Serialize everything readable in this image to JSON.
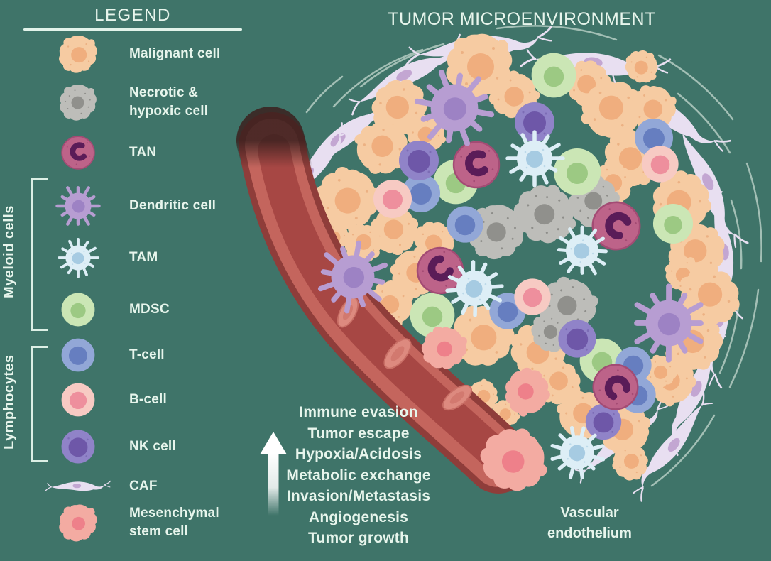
{
  "title": "TUMOR MICROENVIRONMENT",
  "legend": {
    "title": "LEGEND",
    "items": [
      {
        "id": "malignant-cell",
        "icon": "malignant-cell-icon",
        "label": "Malignant cell"
      },
      {
        "id": "necrotic-hypoxic-cell",
        "icon": "necrotic-cell-icon",
        "label": "Necrotic &\nhypoxic cell"
      },
      {
        "id": "tan",
        "icon": "tan-cell-icon",
        "label": "TAN"
      },
      {
        "id": "dendritic-cell",
        "icon": "dendritic-cell-icon",
        "label": "Dendritic cell"
      },
      {
        "id": "tam",
        "icon": "tam-cell-icon",
        "label": "TAM"
      },
      {
        "id": "mdsc",
        "icon": "mdsc-cell-icon",
        "label": "MDSC"
      },
      {
        "id": "t-cell",
        "icon": "t-cell-icon",
        "label": "T-cell"
      },
      {
        "id": "b-cell",
        "icon": "b-cell-icon",
        "label": "B-cell"
      },
      {
        "id": "nk-cell",
        "icon": "nk-cell-icon",
        "label": "NK cell"
      },
      {
        "id": "caf",
        "icon": "caf-cell-icon",
        "label": "CAF"
      },
      {
        "id": "mesenchymal-stem-cell",
        "icon": "msc-cell-icon",
        "label": "Mesenchymal\nstem cell"
      }
    ],
    "groups": [
      {
        "label": "Myeloid cells"
      },
      {
        "label": "Lymphocytes"
      }
    ]
  },
  "process": {
    "items": [
      "Immune evasion",
      "Tumor escape",
      "Hypoxia/Acidosis",
      "Metabolic exchange",
      "Invasion/Metastasis",
      "Angiogenesis",
      "Tumor growth"
    ]
  },
  "annotations": {
    "vascular_endothelium": "Vascular\nendothelium"
  },
  "colors": {
    "background": "#3F7469",
    "text": "#E7F5EC",
    "malignant_body": "#F6CBA2",
    "malignant_nucleus": "#F0AE7E",
    "necrotic_body": "#BDBDB9",
    "necrotic_nucleus": "#90908C",
    "tan_body": "#BD6389",
    "tan_nucleus": "#5A1C58",
    "dendritic_body": "#B79DD2",
    "dendritic_nucleus": "#9D82C4",
    "tam_body": "#DDEEF6",
    "tam_nucleus": "#A6CBE2",
    "mdsc_body": "#CBE6B5",
    "mdsc_nucleus": "#9CC983",
    "tcell_body": "#92A7D7",
    "tcell_nucleus": "#667EC0",
    "bcell_body": "#F7CAC3",
    "bcell_nucleus": "#EE8F9D",
    "nk_body": "#9083C8",
    "nk_nucleus": "#6E57A8",
    "caf_body": "#E8DFF1",
    "caf_nucleus": "#C3A6D2",
    "msc_body": "#F3ABA2",
    "msc_nucleus": "#EE808A",
    "vessel_outer": "#8F3D3A",
    "vessel_wall": "#C4655D",
    "vessel_lumen": "#A74744",
    "rbc": "#DD8A7F",
    "arc_lines": "#BCD2C8"
  }
}
